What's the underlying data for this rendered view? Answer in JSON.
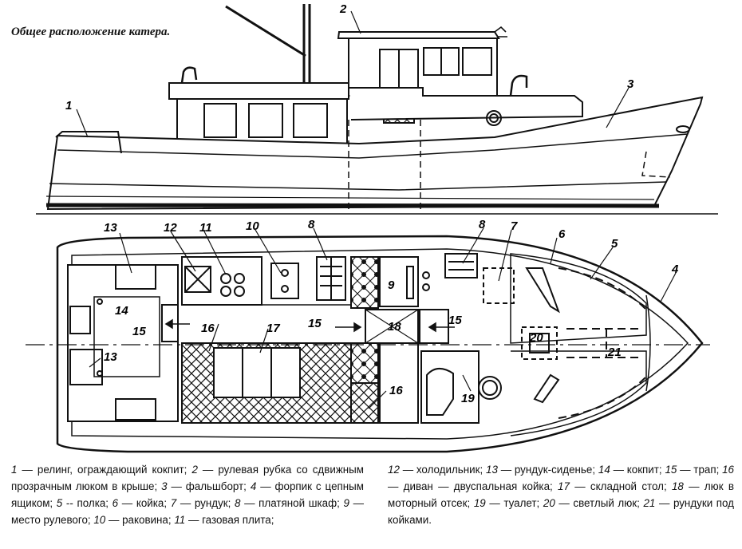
{
  "title": "Общее расположение катера.",
  "labels": {
    "l1": "1",
    "l2": "2",
    "l3": "3",
    "l4": "4",
    "l5": "5",
    "l6": "6",
    "l7": "7",
    "l8a": "8",
    "l8b": "8",
    "l9": "9",
    "l10": "10",
    "l11": "11",
    "l12": "12",
    "l13a": "13",
    "l13b": "13",
    "l14": "14",
    "l15a": "15",
    "l15b": "15",
    "l15c": "15",
    "l16a": "16",
    "l16b": "16",
    "l17": "17",
    "l18": "18",
    "l19": "19",
    "l20": "20",
    "l21": "21"
  },
  "legend_left": [
    {
      "k": "1",
      "t": " — релинг, ограждающий кокпит; "
    },
    {
      "k": "2",
      "t": " — рулевая рубка со сдвижным прозрачным люком в крыше; "
    },
    {
      "k": "3",
      "t": " — фальшборт; "
    },
    {
      "k": "4",
      "t": " — форпик с цепным ящиком; "
    },
    {
      "k": "5",
      "t": " -- полка; "
    },
    {
      "k": "6",
      "t": " — койка; "
    },
    {
      "k": "7",
      "t": " — рундук; "
    },
    {
      "k": "8",
      "t": " — платяной шкаф; "
    },
    {
      "k": "9",
      "t": " — место рулевого; "
    },
    {
      "k": "10",
      "t": " — раковина; "
    },
    {
      "k": "11",
      "t": " — газовая плита;"
    }
  ],
  "legend_right": [
    {
      "k": "12",
      "t": " — холодильник; "
    },
    {
      "k": "13",
      "t": " — рундук-сиденье; "
    },
    {
      "k": "14",
      "t": " — кокпит; "
    },
    {
      "k": "15",
      "t": " — трап; "
    },
    {
      "k": "16",
      "t": " — диван — двуспальная койка; "
    },
    {
      "k": "17",
      "t": " — складной стол; "
    },
    {
      "k": "18",
      "t": " — люк в моторный отсек; "
    },
    {
      "k": "19",
      "t": " — туалет; "
    },
    {
      "k": "20",
      "t": " — светлый люк; "
    },
    {
      "k": "21",
      "t": " — рундуки под койками."
    }
  ]
}
